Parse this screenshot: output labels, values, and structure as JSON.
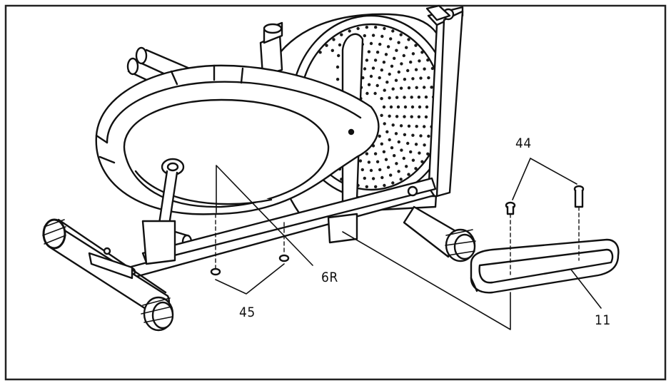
{
  "labels": {
    "part_44": "44",
    "part_6r": "6R",
    "part_45": "45",
    "part_11": "11"
  },
  "colors": {
    "ink": "#111111",
    "paper": "#ffffff",
    "dots": "#1a1a1a"
  }
}
